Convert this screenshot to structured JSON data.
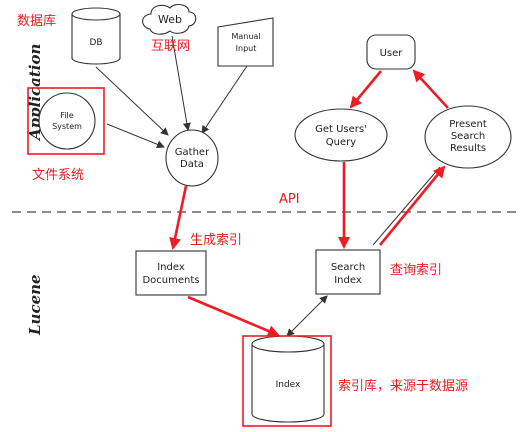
{
  "layers": {
    "application": "Application",
    "lucene": "Lucene",
    "api": "API"
  },
  "nodes": {
    "db": "DB",
    "web": "Web",
    "manual_input_line1": "Manual",
    "manual_input_line2": "Input",
    "file_system_line1": "File",
    "file_system_line2": "System",
    "gather_data_line1": "Gather",
    "gather_data_line2": "Data",
    "user": "User",
    "get_users_query_line1": "Get Users'",
    "get_users_query_line2": "Query",
    "present_results_line1": "Present",
    "present_results_line2": "Search",
    "present_results_line3": "Results",
    "index_documents_line1": "Index",
    "index_documents_line2": "Documents",
    "search_index_line1": "Search",
    "search_index_line2": "Index",
    "index": "Index"
  },
  "annotations": {
    "database": "数据库",
    "internet": "互联网",
    "file_system": "文件系统",
    "build_index": "生成索引",
    "query_index": "查询索引",
    "index_store": "索引库，来源于数据源"
  },
  "colors": {
    "accent_red": "#ee1c25",
    "line_dark": "#333333",
    "dashed_separator": "#666666"
  }
}
